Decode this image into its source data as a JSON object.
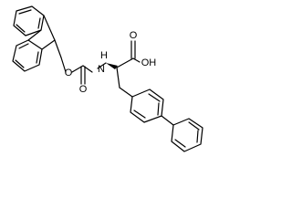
{
  "molecule": {
    "atom_labels": {
      "amide_n": "N",
      "amide_h": "H",
      "ether_o": "O",
      "carbonyl_o_carbamate": "O",
      "carbonyl_o_acid": "O",
      "hydroxyl": "OH"
    }
  }
}
